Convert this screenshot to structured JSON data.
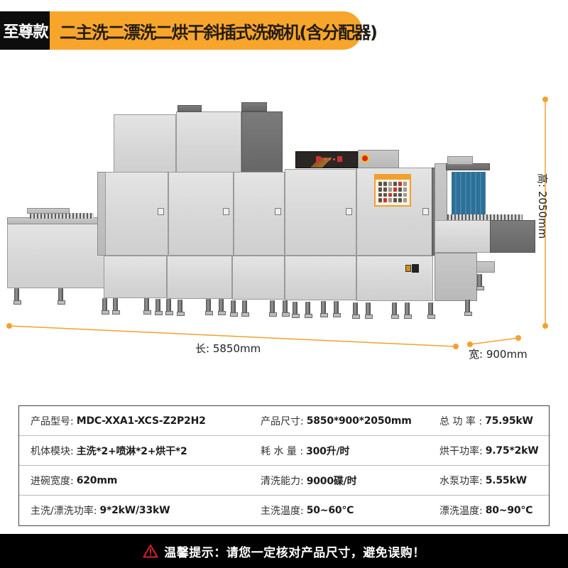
{
  "banner": {
    "tag": "至尊款",
    "title": "二主洗二漂洗二烘干斜插式洗碗机(含分配器)",
    "colors": {
      "tag_bg": "#0d0d0d",
      "title_bg": "#f8a62b"
    }
  },
  "illustration": {
    "subject": "conveyor-dishwasher-machine",
    "panel_indicators": [
      "display-left",
      "status-leds",
      "display-right"
    ],
    "emergency_stop": "e-stop-button",
    "sticker": "usage-instruction-sticker"
  },
  "dimensions": {
    "length": "长: 5850mm",
    "width": "宽: 900mm",
    "height": "高: 2050mm",
    "line_color": "#f5a030"
  },
  "specs": {
    "rows": [
      [
        {
          "label": "产品型号:",
          "value": "MDC-XXA1-XCS-Z2P2H2"
        },
        {
          "label": "产品尺寸:",
          "value": "5850*900*2050mm"
        },
        {
          "label": "总 功 率 :",
          "value": "75.95kW"
        }
      ],
      [
        {
          "label": "机体模块:",
          "value": "主洗*2+喷淋*2+烘干*2"
        },
        {
          "label": "耗 水 量 :",
          "value": "300升/时"
        },
        {
          "label": "烘干功率:",
          "value": "9.75*2kW"
        }
      ],
      [
        {
          "label": "进碗宽度:",
          "value": "620mm"
        },
        {
          "label": "清洗能力:",
          "value": "9000碟/时"
        },
        {
          "label": "水泵功率:",
          "value": "5.55kW"
        }
      ],
      [
        {
          "label": "主洗/漂洗功率:",
          "value": "9*2kW/33kW"
        },
        {
          "label": "主洗温度:",
          "value": "50~60℃"
        },
        {
          "label": "漂洗温度:",
          "value": "80~90℃"
        }
      ]
    ]
  },
  "footer": {
    "icon": "warning-triangle-icon",
    "text": "温馨提示：请您一定核对产品尺寸，避免误购！",
    "icon_color": "#d8202a"
  }
}
